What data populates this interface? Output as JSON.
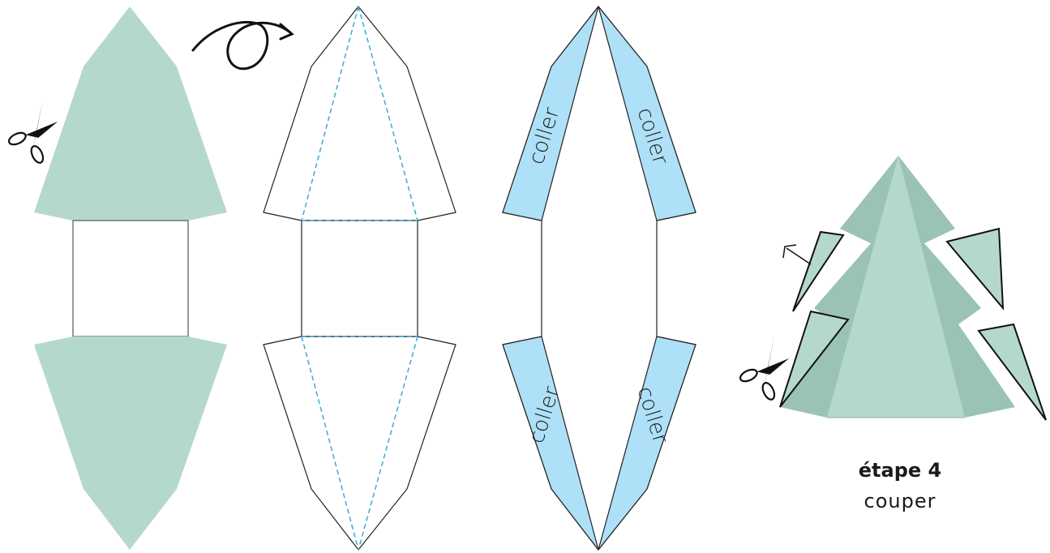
{
  "colors": {
    "paper_green": "#b5d8cd",
    "tree_dark": "#9ac3b5",
    "glue_blue": "#aee0f7",
    "fold_line": "#3ba9d9",
    "outline": "#333333"
  },
  "icons": [
    "scissors-icon",
    "rotate-arrow-icon",
    "small-arrow-icon"
  ],
  "glue_labels": [
    "coller",
    "coller",
    "coller",
    "coller"
  ],
  "step": {
    "title": "étape 4",
    "subtitle": "couper"
  }
}
